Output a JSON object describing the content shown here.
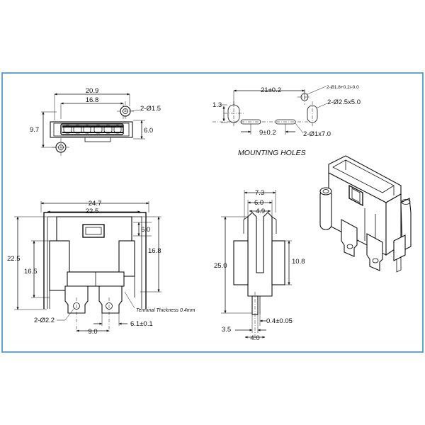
{
  "frame": {
    "border_color": "#3a8fc4"
  },
  "top_view": {
    "dims": {
      "overall_width": "20.9",
      "slot_width": "16.8",
      "height": "9.7",
      "depth": "6.0",
      "post_diameter": "2-Ø1.5"
    }
  },
  "mounting_holes": {
    "caption": "MOUNTING HOLES",
    "dims": {
      "pitch": "21±0.2",
      "slot_width": "1.3",
      "slot_pitch": "9±0.2",
      "tolerance": "2-Ø1.8+0.2/-0.0",
      "oval_a": "2-Ø2.5x5.0",
      "oval_b": "2-Ø1x7.0"
    }
  },
  "front_view": {
    "dims": {
      "overall_width": "24.7",
      "inner_width": "22.5",
      "window": "6.0",
      "overall_height": "22.5",
      "body_height": "16.5",
      "right_height": "16.8",
      "hole": "2-Ø2.2",
      "terminal_pitch": "9.0",
      "terminal_width": "6.1±0.1"
    },
    "note": "Terminal Thickness 0.4mm"
  },
  "side_view": {
    "dims": {
      "top_a": "7.3",
      "top_b": "6.0",
      "top_c": "4.9",
      "height": "25.0",
      "body_height": "10.8",
      "pin_width": "3.5",
      "pin_thickness": "0.4±0.05",
      "pin_length": "4.0"
    }
  }
}
